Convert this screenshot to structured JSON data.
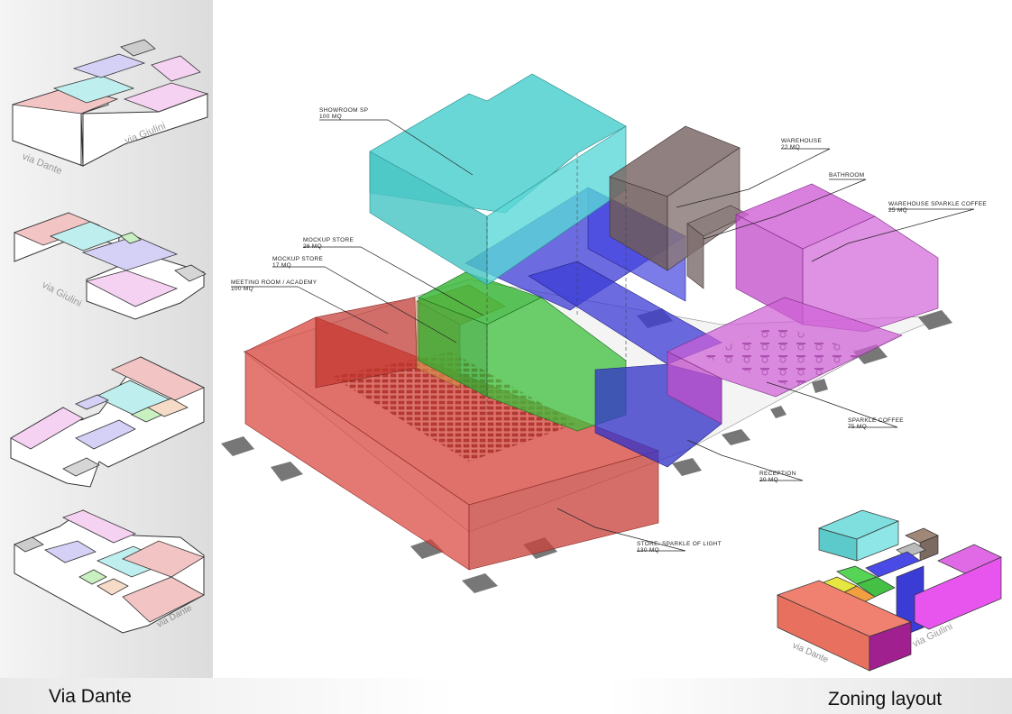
{
  "captions": {
    "left": "Via Dante",
    "right": "Zoning layout"
  },
  "streets": {
    "dante": "via Dante",
    "giulini": "via Giulini",
    "giulini_cap": "via Giulini"
  },
  "zones": [
    {
      "id": "showroom",
      "name": "SHOWROOM SP",
      "area": "100 MQ",
      "color": "#4fd0cf"
    },
    {
      "id": "warehouse",
      "name": "WAREHOUSE",
      "area": "22 MQ",
      "color": "#7c6a6a"
    },
    {
      "id": "bathroom",
      "name": "BATHROOM",
      "area": "",
      "color": "#9a8a8a"
    },
    {
      "id": "warehouse-coffee",
      "name": "WAREHOUSE SPARKLE COFFEE",
      "area": "25 MQ",
      "color": "#cf5fd6"
    },
    {
      "id": "mockup-26",
      "name": "MOCKUP STORE",
      "area": "26 MQ",
      "color": "#31b531"
    },
    {
      "id": "mockup-17",
      "name": "MOCKUP STORE",
      "area": "17 MQ",
      "color": "#e0a060"
    },
    {
      "id": "meeting",
      "name": "MEETING ROOM / ACADEMY",
      "area": "100 MQ",
      "color": "#d9443c"
    },
    {
      "id": "coffee",
      "name": "SPARKLE COFFEE",
      "area": "75 MQ",
      "color": "#cf5fd6"
    },
    {
      "id": "reception",
      "name": "RECEPTION",
      "area": "20 MQ",
      "color": "#3b3bd6"
    },
    {
      "id": "store",
      "name": "STORE: SPARKLE OF LIGHT",
      "area": "130 MQ",
      "color": "#d9443c"
    }
  ]
}
